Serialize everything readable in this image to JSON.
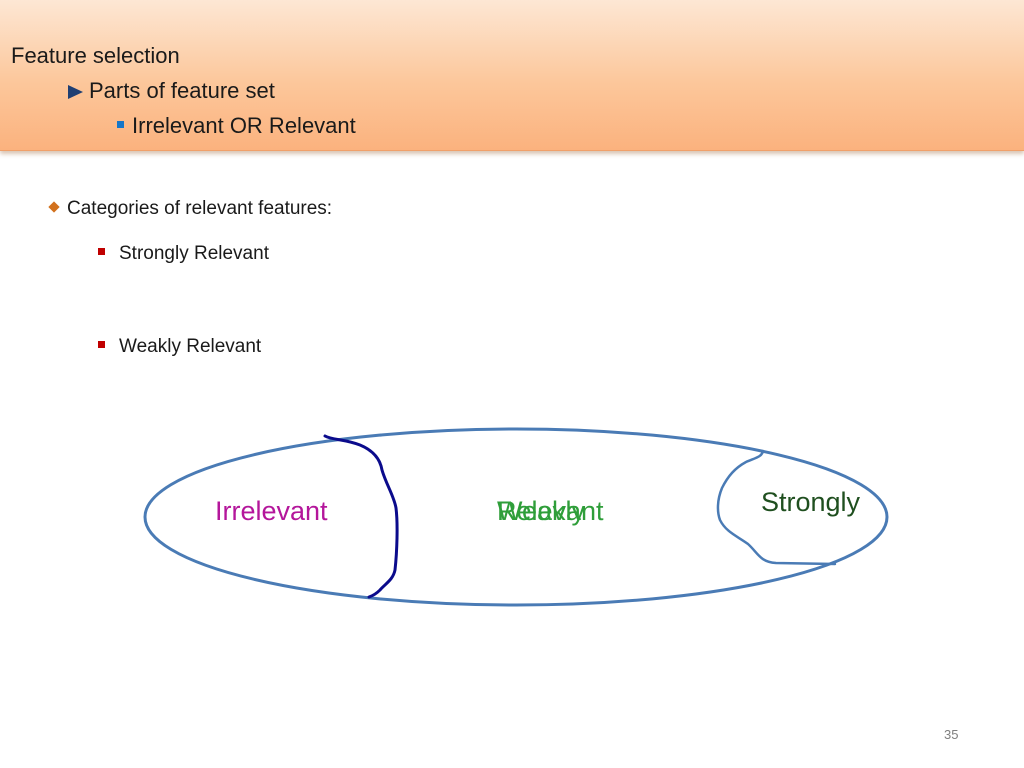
{
  "header": {
    "title": "Feature selection",
    "level2": "Parts of feature set",
    "level3": "Irrelevant OR Relevant"
  },
  "body": {
    "bullet": "Categories of relevant features:",
    "sub_items": [
      "Strongly Relevant",
      "Weakly Relevant"
    ]
  },
  "diagram": {
    "labels": {
      "irrelevant": "Irrelevant",
      "relevant": "Relevant",
      "weakly": "Weakly",
      "strongly": "Strongly"
    },
    "colors": {
      "ellipse": "#4a7bb5",
      "divider": "#0b0b8c",
      "strong_region": "#4a7bb5",
      "irrelevant_text": "#b4169b",
      "relevant_text": "#2f9e3a",
      "strongly_text": "#1f4f1f"
    }
  },
  "footer": {
    "page_number": "35"
  }
}
